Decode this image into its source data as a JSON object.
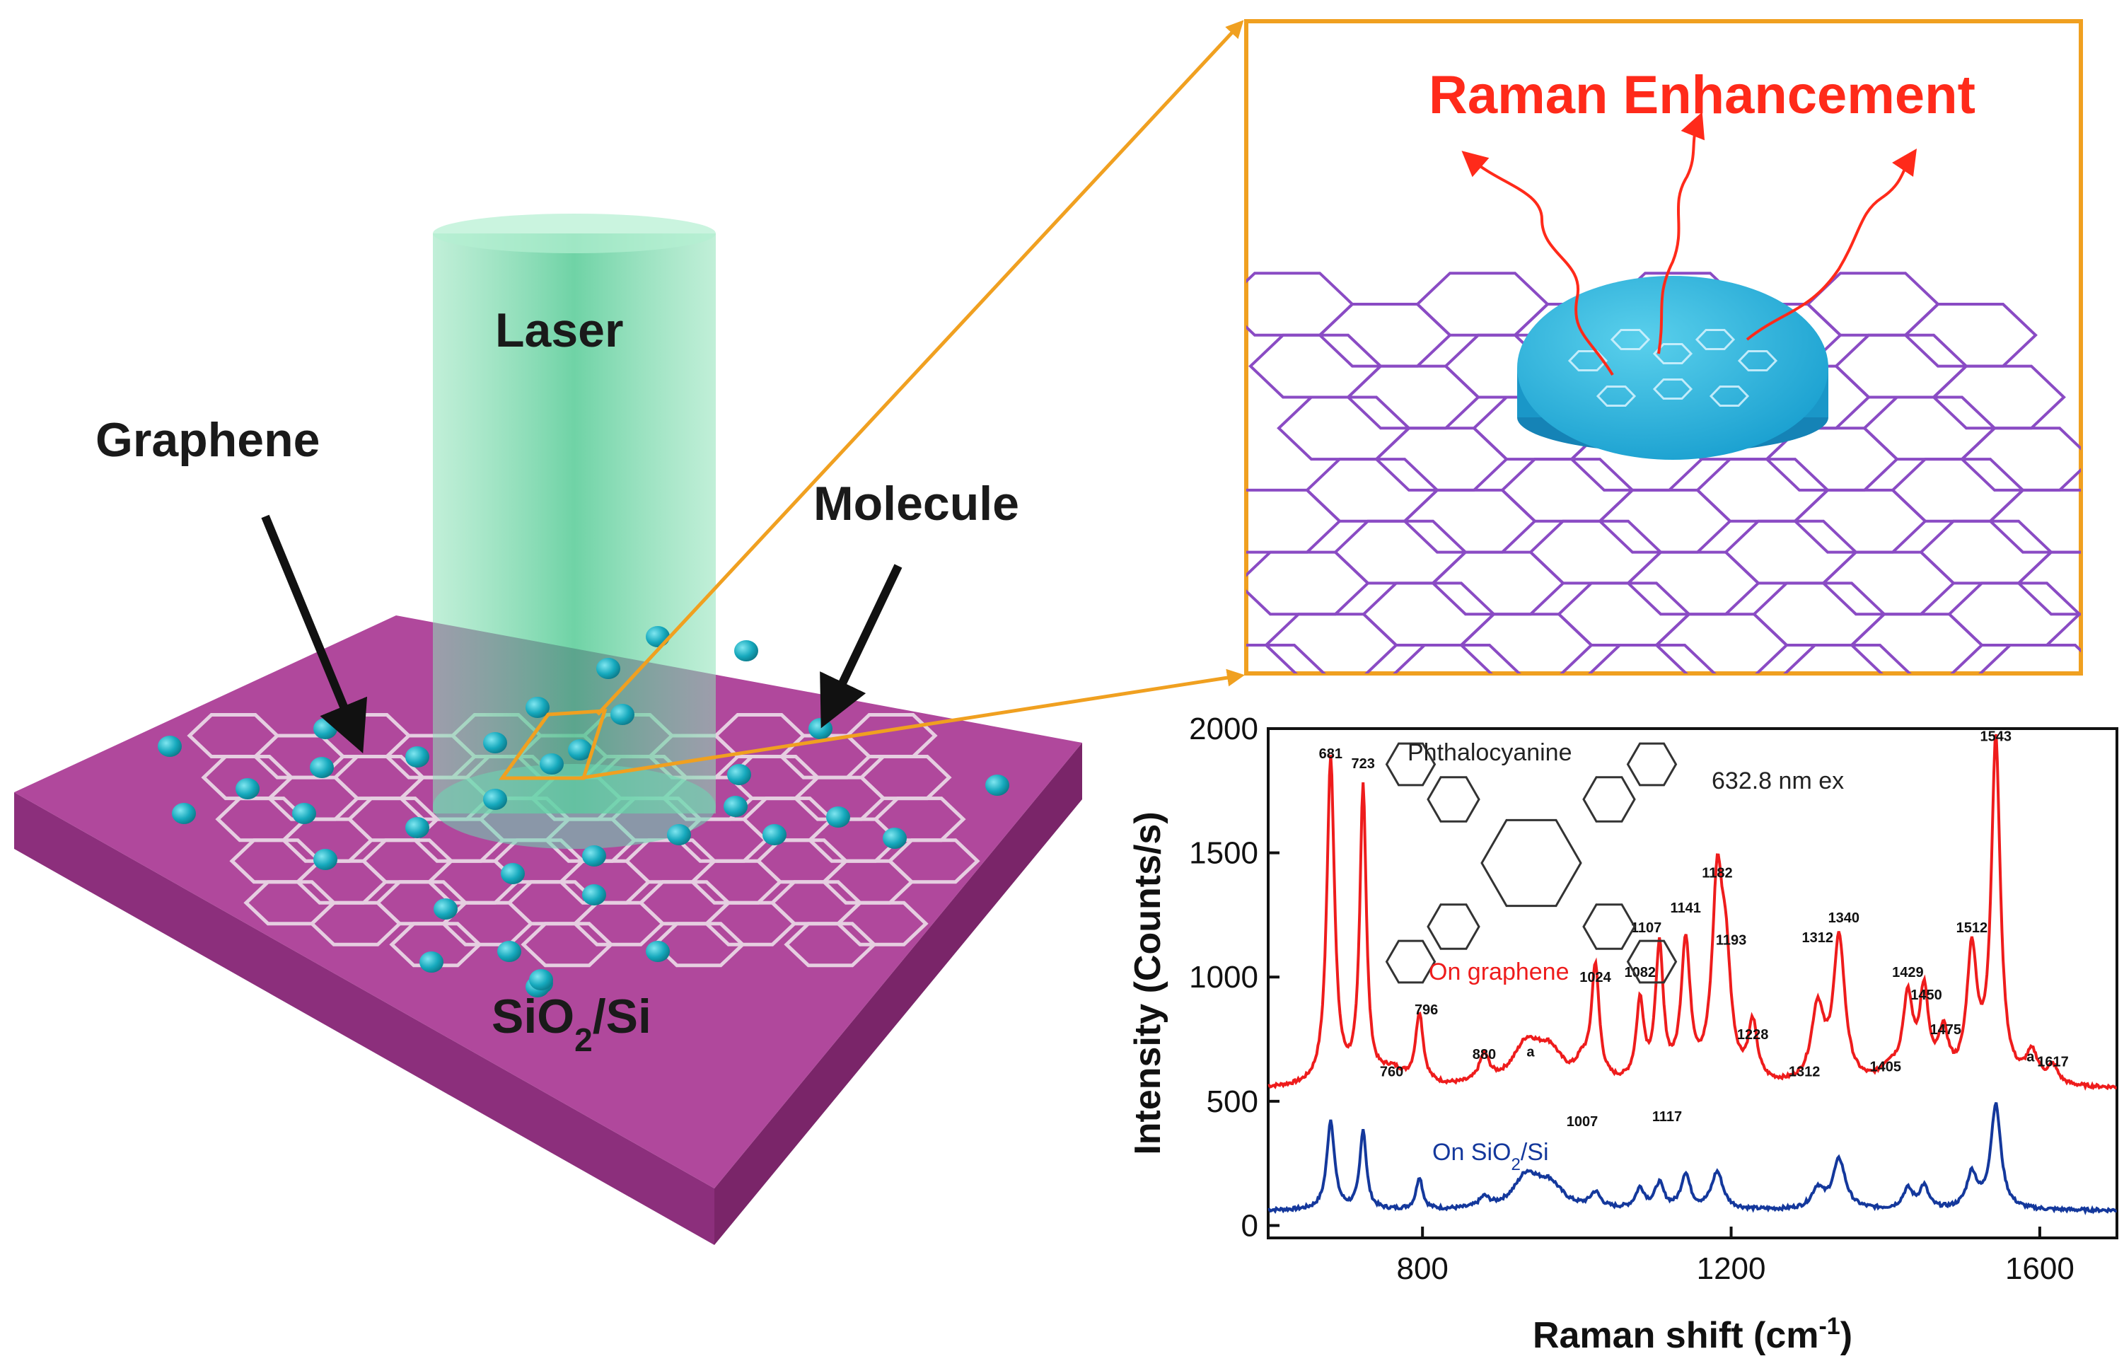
{
  "labels": {
    "laser": "Laser",
    "graphene": "Graphene",
    "molecule": "Molecule",
    "substrate_main": "SiO",
    "substrate_sub": "2",
    "substrate_tail": "/Si",
    "raman_enhancement": "Raman Enhancement"
  },
  "colors": {
    "substrate_top": "#b0489c",
    "substrate_side": "#8c2f7c",
    "laser": "#5fd39a",
    "molecule_dot": "#20b3c6",
    "inset_border": "#f0a020",
    "hex_lattice": "#8a4bc4",
    "raman_red": "#ff2a1a",
    "series_graphene": "#ee1c1c",
    "series_sio2": "#14389c"
  },
  "chart_data": {
    "type": "line",
    "title": "",
    "xlabel_main": "Raman shift (cm",
    "xlabel_sup": "-1",
    "xlabel_tail": ")",
    "ylabel": "Intensity (Counts/s)",
    "xlim": [
      600,
      1700
    ],
    "ylim": [
      -50,
      2000
    ],
    "x_ticks": [
      800,
      1200,
      1600
    ],
    "y_ticks": [
      0,
      500,
      1000,
      1500,
      2000
    ],
    "annotation_compound": "Phthalocyanine",
    "annotation_excitation": "632.8 nm ex",
    "series": [
      {
        "label": "On graphene",
        "baseline": 550,
        "peaks": [
          [
            681,
            1320,
            6
          ],
          [
            723,
            1190,
            5
          ],
          [
            796,
            280,
            6
          ],
          [
            760,
            60,
            20
          ],
          [
            880,
            110,
            8
          ],
          [
            935,
            160,
            22
          ],
          [
            965,
            120,
            20
          ],
          [
            1007,
            70,
            10
          ],
          [
            1024,
            460,
            6
          ],
          [
            1082,
            320,
            6
          ],
          [
            1107,
            540,
            6
          ],
          [
            1141,
            560,
            7
          ],
          [
            1182,
            760,
            8
          ],
          [
            1193,
            420,
            8
          ],
          [
            1228,
            230,
            7
          ],
          [
            1312,
            250,
            10
          ],
          [
            1340,
            580,
            9
          ],
          [
            1312,
            50,
            8
          ],
          [
            1405,
            60,
            14
          ],
          [
            1429,
            330,
            8
          ],
          [
            1450,
            350,
            7
          ],
          [
            1475,
            190,
            8
          ],
          [
            1512,
            520,
            8
          ],
          [
            1543,
            1380,
            7
          ],
          [
            1590,
            120,
            10
          ],
          [
            1617,
            70,
            8
          ]
        ]
      },
      {
        "label_main": "On SiO",
        "label_sub": "2",
        "label_tail": "/Si",
        "baseline": 60,
        "peaks": [
          [
            681,
            360,
            6
          ],
          [
            723,
            320,
            5
          ],
          [
            796,
            130,
            5
          ],
          [
            880,
            40,
            8
          ],
          [
            935,
            130,
            20
          ],
          [
            965,
            90,
            20
          ],
          [
            1024,
            60,
            8
          ],
          [
            1082,
            80,
            7
          ],
          [
            1107,
            100,
            7
          ],
          [
            1141,
            140,
            7
          ],
          [
            1182,
            150,
            9
          ],
          [
            1312,
            80,
            9
          ],
          [
            1340,
            200,
            10
          ],
          [
            1429,
            80,
            8
          ],
          [
            1450,
            90,
            7
          ],
          [
            1512,
            140,
            8
          ],
          [
            1543,
            420,
            8
          ]
        ]
      }
    ],
    "peak_labels": [
      {
        "text": "681",
        "x": 681,
        "y": 1880
      },
      {
        "text": "723",
        "x": 723,
        "y": 1840
      },
      {
        "text": "796",
        "x": 805,
        "y": 850
      },
      {
        "text": "760",
        "x": 760,
        "y": 600
      },
      {
        "text": "880",
        "x": 880,
        "y": 670
      },
      {
        "text": "a",
        "x": 940,
        "y": 680
      },
      {
        "text": "1007",
        "x": 1007,
        "y": 400
      },
      {
        "text": "1024",
        "x": 1024,
        "y": 980
      },
      {
        "text": "1082",
        "x": 1082,
        "y": 1000
      },
      {
        "text": "1107",
        "x": 1090,
        "y": 1180
      },
      {
        "text": "1117",
        "x": 1117,
        "y": 420
      },
      {
        "text": "1141",
        "x": 1141,
        "y": 1260
      },
      {
        "text": "1182",
        "x": 1182,
        "y": 1400
      },
      {
        "text": "1193",
        "x": 1200,
        "y": 1130
      },
      {
        "text": "1228",
        "x": 1228,
        "y": 750
      },
      {
        "text": "1312",
        "x": 1295,
        "y": 600
      },
      {
        "text": "1312",
        "x": 1312,
        "y": 1140
      },
      {
        "text": "1340",
        "x": 1346,
        "y": 1220
      },
      {
        "text": "1405",
        "x": 1400,
        "y": 620
      },
      {
        "text": "1429",
        "x": 1429,
        "y": 1000
      },
      {
        "text": "1450",
        "x": 1453,
        "y": 910
      },
      {
        "text": "1475",
        "x": 1478,
        "y": 770
      },
      {
        "text": "1512",
        "x": 1512,
        "y": 1180
      },
      {
        "text": "1543",
        "x": 1543,
        "y": 1950
      },
      {
        "text": "a",
        "x": 1588,
        "y": 660
      },
      {
        "text": "1617",
        "x": 1617,
        "y": 640
      }
    ]
  }
}
